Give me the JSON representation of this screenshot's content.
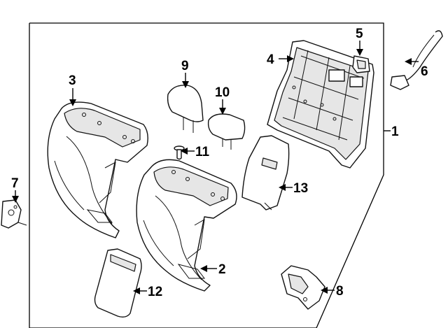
{
  "callouts": {
    "c1": "1",
    "c2": "2",
    "c3": "3",
    "c4": "4",
    "c5": "5",
    "c6": "6",
    "c7": "7",
    "c8": "8",
    "c9": "9",
    "c10": "10",
    "c11": "11",
    "c12": "12",
    "c13": "13"
  },
  "colors": {
    "line": "#000000",
    "background": "#ffffff",
    "shade": "#e6e6e6"
  }
}
